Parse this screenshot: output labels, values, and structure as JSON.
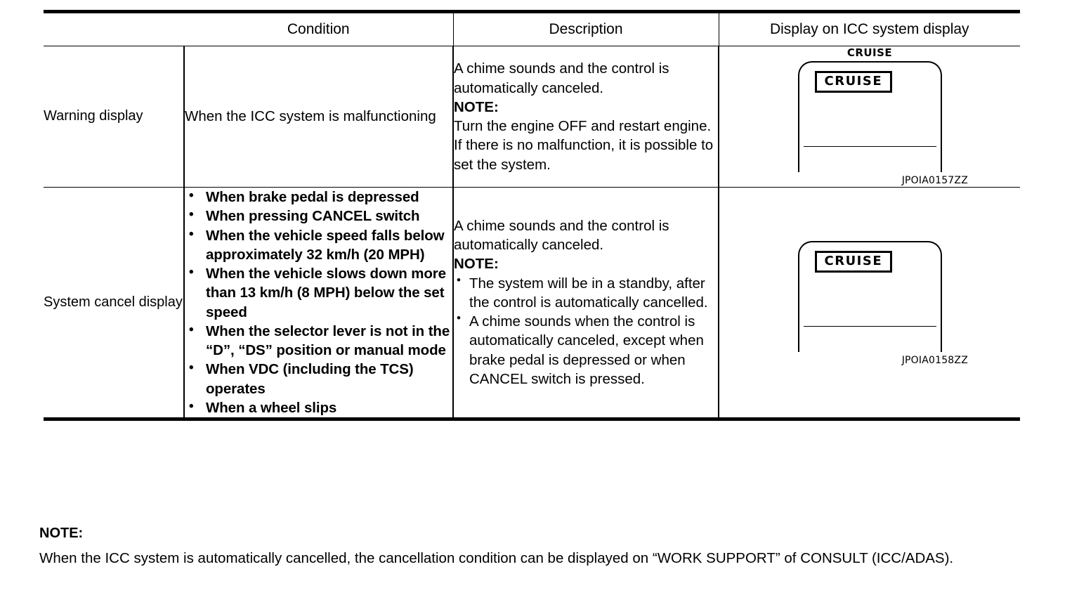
{
  "table": {
    "headers": {
      "kind": "",
      "condition": "Condition",
      "description": "Description",
      "display": "Display on ICC system display"
    },
    "rows": [
      {
        "kind": "Warning display",
        "condition_text": "When the ICC system is malfunctioning",
        "description": {
          "lead": "A chime sounds and the control is automatically canceled.",
          "note_label": "NOTE:",
          "note_text": "Turn the engine OFF and restart engine. If there is no malfunction, it is possible to set the system."
        },
        "display": {
          "top_label": "CRUISE",
          "indicator_label": "CRUISE",
          "figure_id": "JPOIA0157ZZ"
        }
      },
      {
        "kind": "System cancel display",
        "condition_bullets": [
          "When brake pedal is depressed",
          "When pressing CANCEL switch",
          "When the vehicle speed falls below approximately 32 km/h (20 MPH)",
          "When the vehicle slows down more than 13 km/h (8 MPH) below the set speed",
          "When the selector lever is not in the “D”, “DS” position or manual mode",
          "When VDC (including the TCS) operates",
          "When a wheel slips"
        ],
        "description": {
          "lead": "A chime sounds and the control is automatically canceled.",
          "note_label": "NOTE:",
          "note_bullets": [
            "The system will be in a standby, after the control is automatically cancelled.",
            "A chime sounds when the control is automatically canceled, except when brake pedal is depressed or when CANCEL switch is pressed."
          ]
        },
        "display": {
          "top_label": "",
          "indicator_label": "CRUISE",
          "figure_id": "JPOIA0158ZZ"
        }
      }
    ]
  },
  "footer": {
    "note_label": "NOTE:",
    "note_text": "When the ICC system is automatically cancelled, the cancellation condition can be displayed on “WORK SUPPORT” of CONSULT (ICC/ADAS)."
  }
}
